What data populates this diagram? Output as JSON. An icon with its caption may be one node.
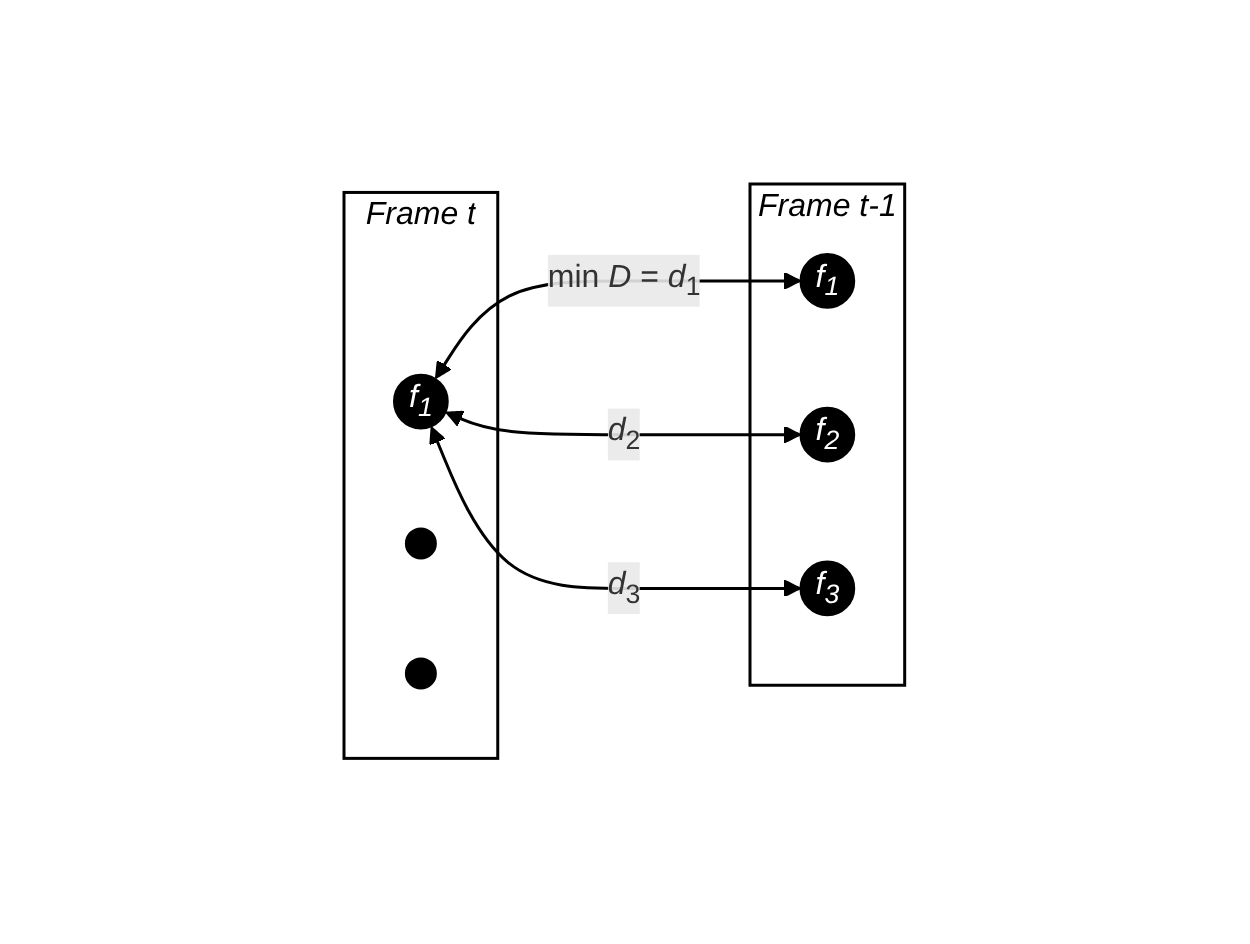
{
  "diagram": {
    "nodes": [
      {
        "text": [
          "Frame t"
        ]
      },
      {
        "text": [
          "f$_{1}$"
        ],
        "in": 0
      },
      {
        "text": [],
        "shape": "circle",
        "in": 0
      },
      {
        "text": [],
        "shape": "circle",
        "in": 0
      },
      {
        "text": [
          "Frame t-1"
        ]
      },
      {
        "text": [
          "f$_{1}$"
        ],
        "in": 4
      },
      {
        "text": [
          "f$_{2}$"
        ],
        "in": 4
      },
      {
        "text": [
          "f$_{3}$"
        ],
        "in": 4
      }
    ],
    "edges": [
      {
        "from": 1,
        "to": 5,
        "arrow": "both",
        "label": "min *D* = *d*$_{1}$"
      },
      {
        "from": 1,
        "to": 6,
        "arrow": "both",
        "label": "*d*$_{2}$"
      },
      {
        "from": 1,
        "to": 7,
        "arrow": "both",
        "label": "*d*$_{3}$"
      }
    ]
  }
}
